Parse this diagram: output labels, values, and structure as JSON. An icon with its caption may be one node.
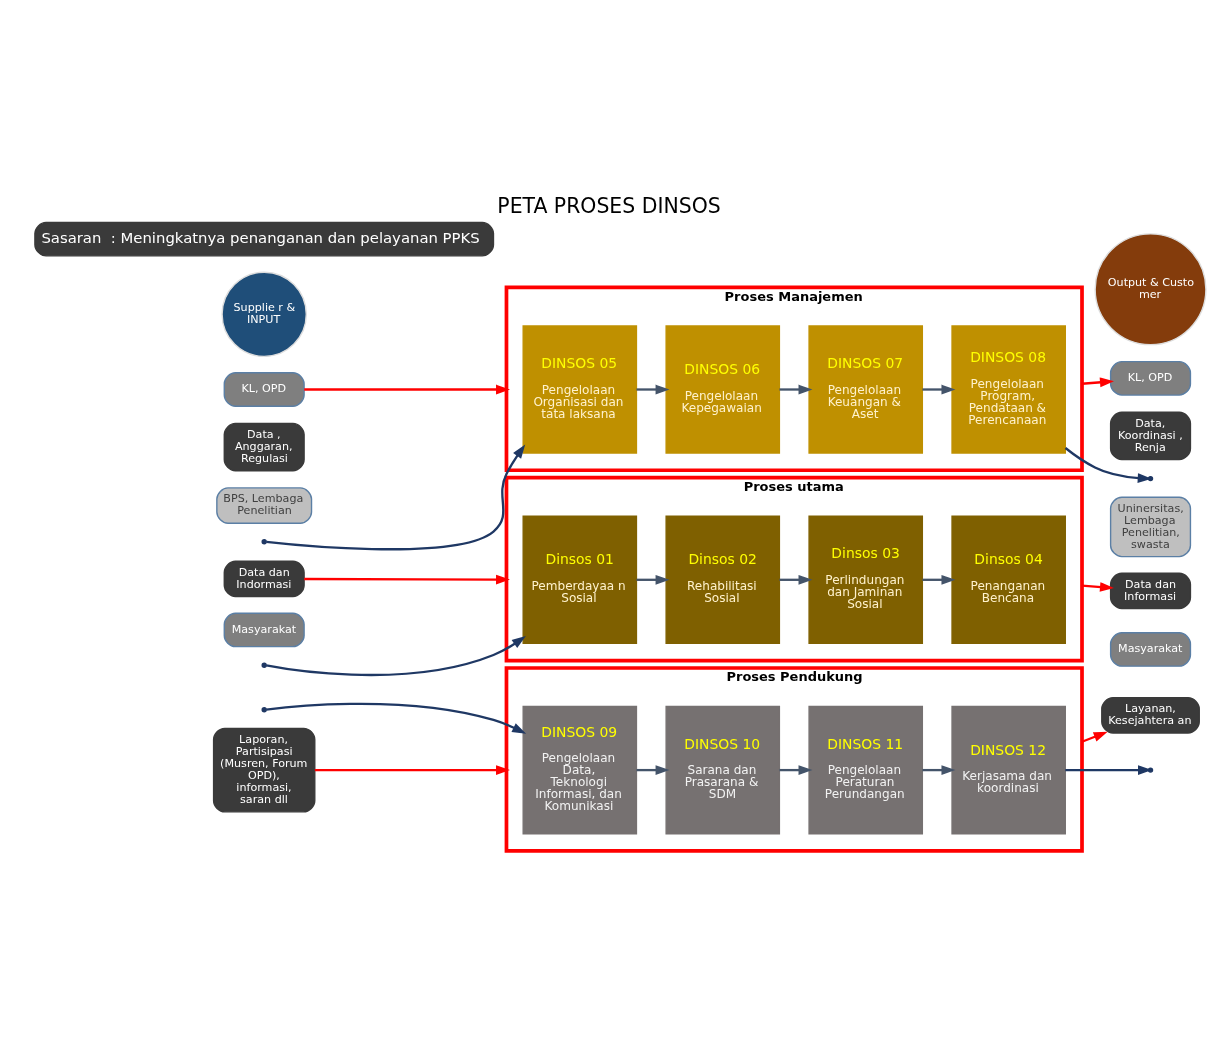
{
  "diagram": {
    "title": "PETA PROSES DINSOS",
    "nodes": [
      {
        "text": [
          "Sasaran  : Meningkatnya penanganan dan pelayanan PPKS"
        ]
      },
      {
        "text": [
          "Supplie r & INPUT"
        ]
      },
      {
        "text": [
          "KL, OPD"
        ]
      },
      {
        "text": [
          "Data , Anggaran, Regulasi"
        ]
      },
      {
        "text": [
          "BPS, Lembaga Penelitian"
        ]
      },
      {
        "text": [
          "Data dan Indormasi"
        ]
      },
      {
        "text": [
          "Masyarakat"
        ]
      },
      {
        "text": [
          "Laporan, Partisipasi (Musren, Forum OPD), informasi, saran dll"
        ]
      },
      {
        "text": [
          "Proses Manajemen"
        ]
      },
      {
        "text": [
          "DINSOS 05",
          "Pengelolaan Organisasi dan tata laksana"
        ],
        "in": 8
      },
      {
        "text": [
          "DINSOS 06",
          "Pengelolaan Kepegawaian"
        ],
        "in": 8
      },
      {
        "text": [
          "DINSOS 07",
          "Pengelolaan Keuangan & Aset"
        ],
        "in": 8
      },
      {
        "text": [
          "DINSOS 08",
          "Pengelolaan Program, Pendataan & Perencanaan"
        ],
        "in": 8
      },
      {
        "text": [
          "Proses utama"
        ]
      },
      {
        "text": [
          "Dinsos 01",
          "Pemberdayaa n Sosial"
        ],
        "in": 13
      },
      {
        "text": [
          "Dinsos 02",
          "Rehabilitasi Sosial"
        ],
        "in": 13
      },
      {
        "text": [
          "Dinsos 03",
          "Perlindungan dan Jaminan Sosial"
        ],
        "in": 13
      },
      {
        "text": [
          "Dinsos 04",
          "Penanganan Bencana"
        ],
        "in": 13
      },
      {
        "text": [
          "Proses Pendukung"
        ]
      },
      {
        "text": [
          "DINSOS 09",
          "Pengelolaan Data, Teknologi Informasi, dan Komunikasi"
        ],
        "in": 18
      },
      {
        "text": [
          "DINSOS 10",
          "Sarana dan Prasarana & SDM"
        ],
        "in": 18
      },
      {
        "text": [
          "DINSOS 11",
          "Pengelolaan Peraturan Perundangan"
        ],
        "in": 18
      },
      {
        "text": [
          "DINSOS 12",
          "Kerjasama dan koordinasi"
        ],
        "in": 18
      },
      {
        "text": [
          "Output & Custo mer"
        ]
      },
      {
        "text": [
          "KL, OPD"
        ]
      },
      {
        "text": [
          "Data, Koordinasi , Renja"
        ]
      },
      {
        "text": [
          "Uninersitas, Lembaga Penelitian, swasta"
        ]
      },
      {
        "text": [
          "Data dan Informasi"
        ]
      },
      {
        "text": [
          "Masyarakat"
        ]
      },
      {
        "text": [
          "Layanan, Kesejahtera an"
        ]
      }
    ],
    "edges": [
      {
        "from": 2,
        "to": 8,
        "arrow": "to",
        "color": "#ff0000"
      },
      {
        "from": 5,
        "to": 13,
        "arrow": "to",
        "color": "#ff0000"
      },
      {
        "from": 7,
        "to": 18,
        "arrow": "to",
        "color": "#ff0000"
      },
      {
        "from": null,
        "to": 9,
        "arrow": "to",
        "color": "#1f3864"
      },
      {
        "from": null,
        "to": 14,
        "arrow": "to",
        "color": "#1f3864"
      },
      {
        "from": null,
        "to": 19,
        "arrow": "to",
        "color": "#1f3864"
      },
      {
        "from": 9,
        "to": 10,
        "arrow": "to"
      },
      {
        "from": 10,
        "to": 11,
        "arrow": "to"
      },
      {
        "from": 11,
        "to": 12,
        "arrow": "to"
      },
      {
        "from": 14,
        "to": 15,
        "arrow": "to"
      },
      {
        "from": 15,
        "to": 16,
        "arrow": "to"
      },
      {
        "from": 16,
        "to": 17,
        "arrow": "to"
      },
      {
        "from": 19,
        "to": 20,
        "arrow": "to"
      },
      {
        "from": 20,
        "to": 21,
        "arrow": "to"
      },
      {
        "from": 21,
        "to": 22,
        "arrow": "to"
      },
      {
        "from": 12,
        "to": null,
        "arrow": "to",
        "color": "#1f3864"
      },
      {
        "from": 22,
        "to": null,
        "arrow": "to",
        "color": "#1f3864"
      },
      {
        "from": 8,
        "to": 24,
        "arrow": "to",
        "color": "#ff0000"
      },
      {
        "from": 13,
        "to": 27,
        "arrow": "to",
        "color": "#ff0000"
      },
      {
        "from": 18,
        "to": 29,
        "arrow": "to",
        "color": "#ff0000"
      }
    ]
  }
}
